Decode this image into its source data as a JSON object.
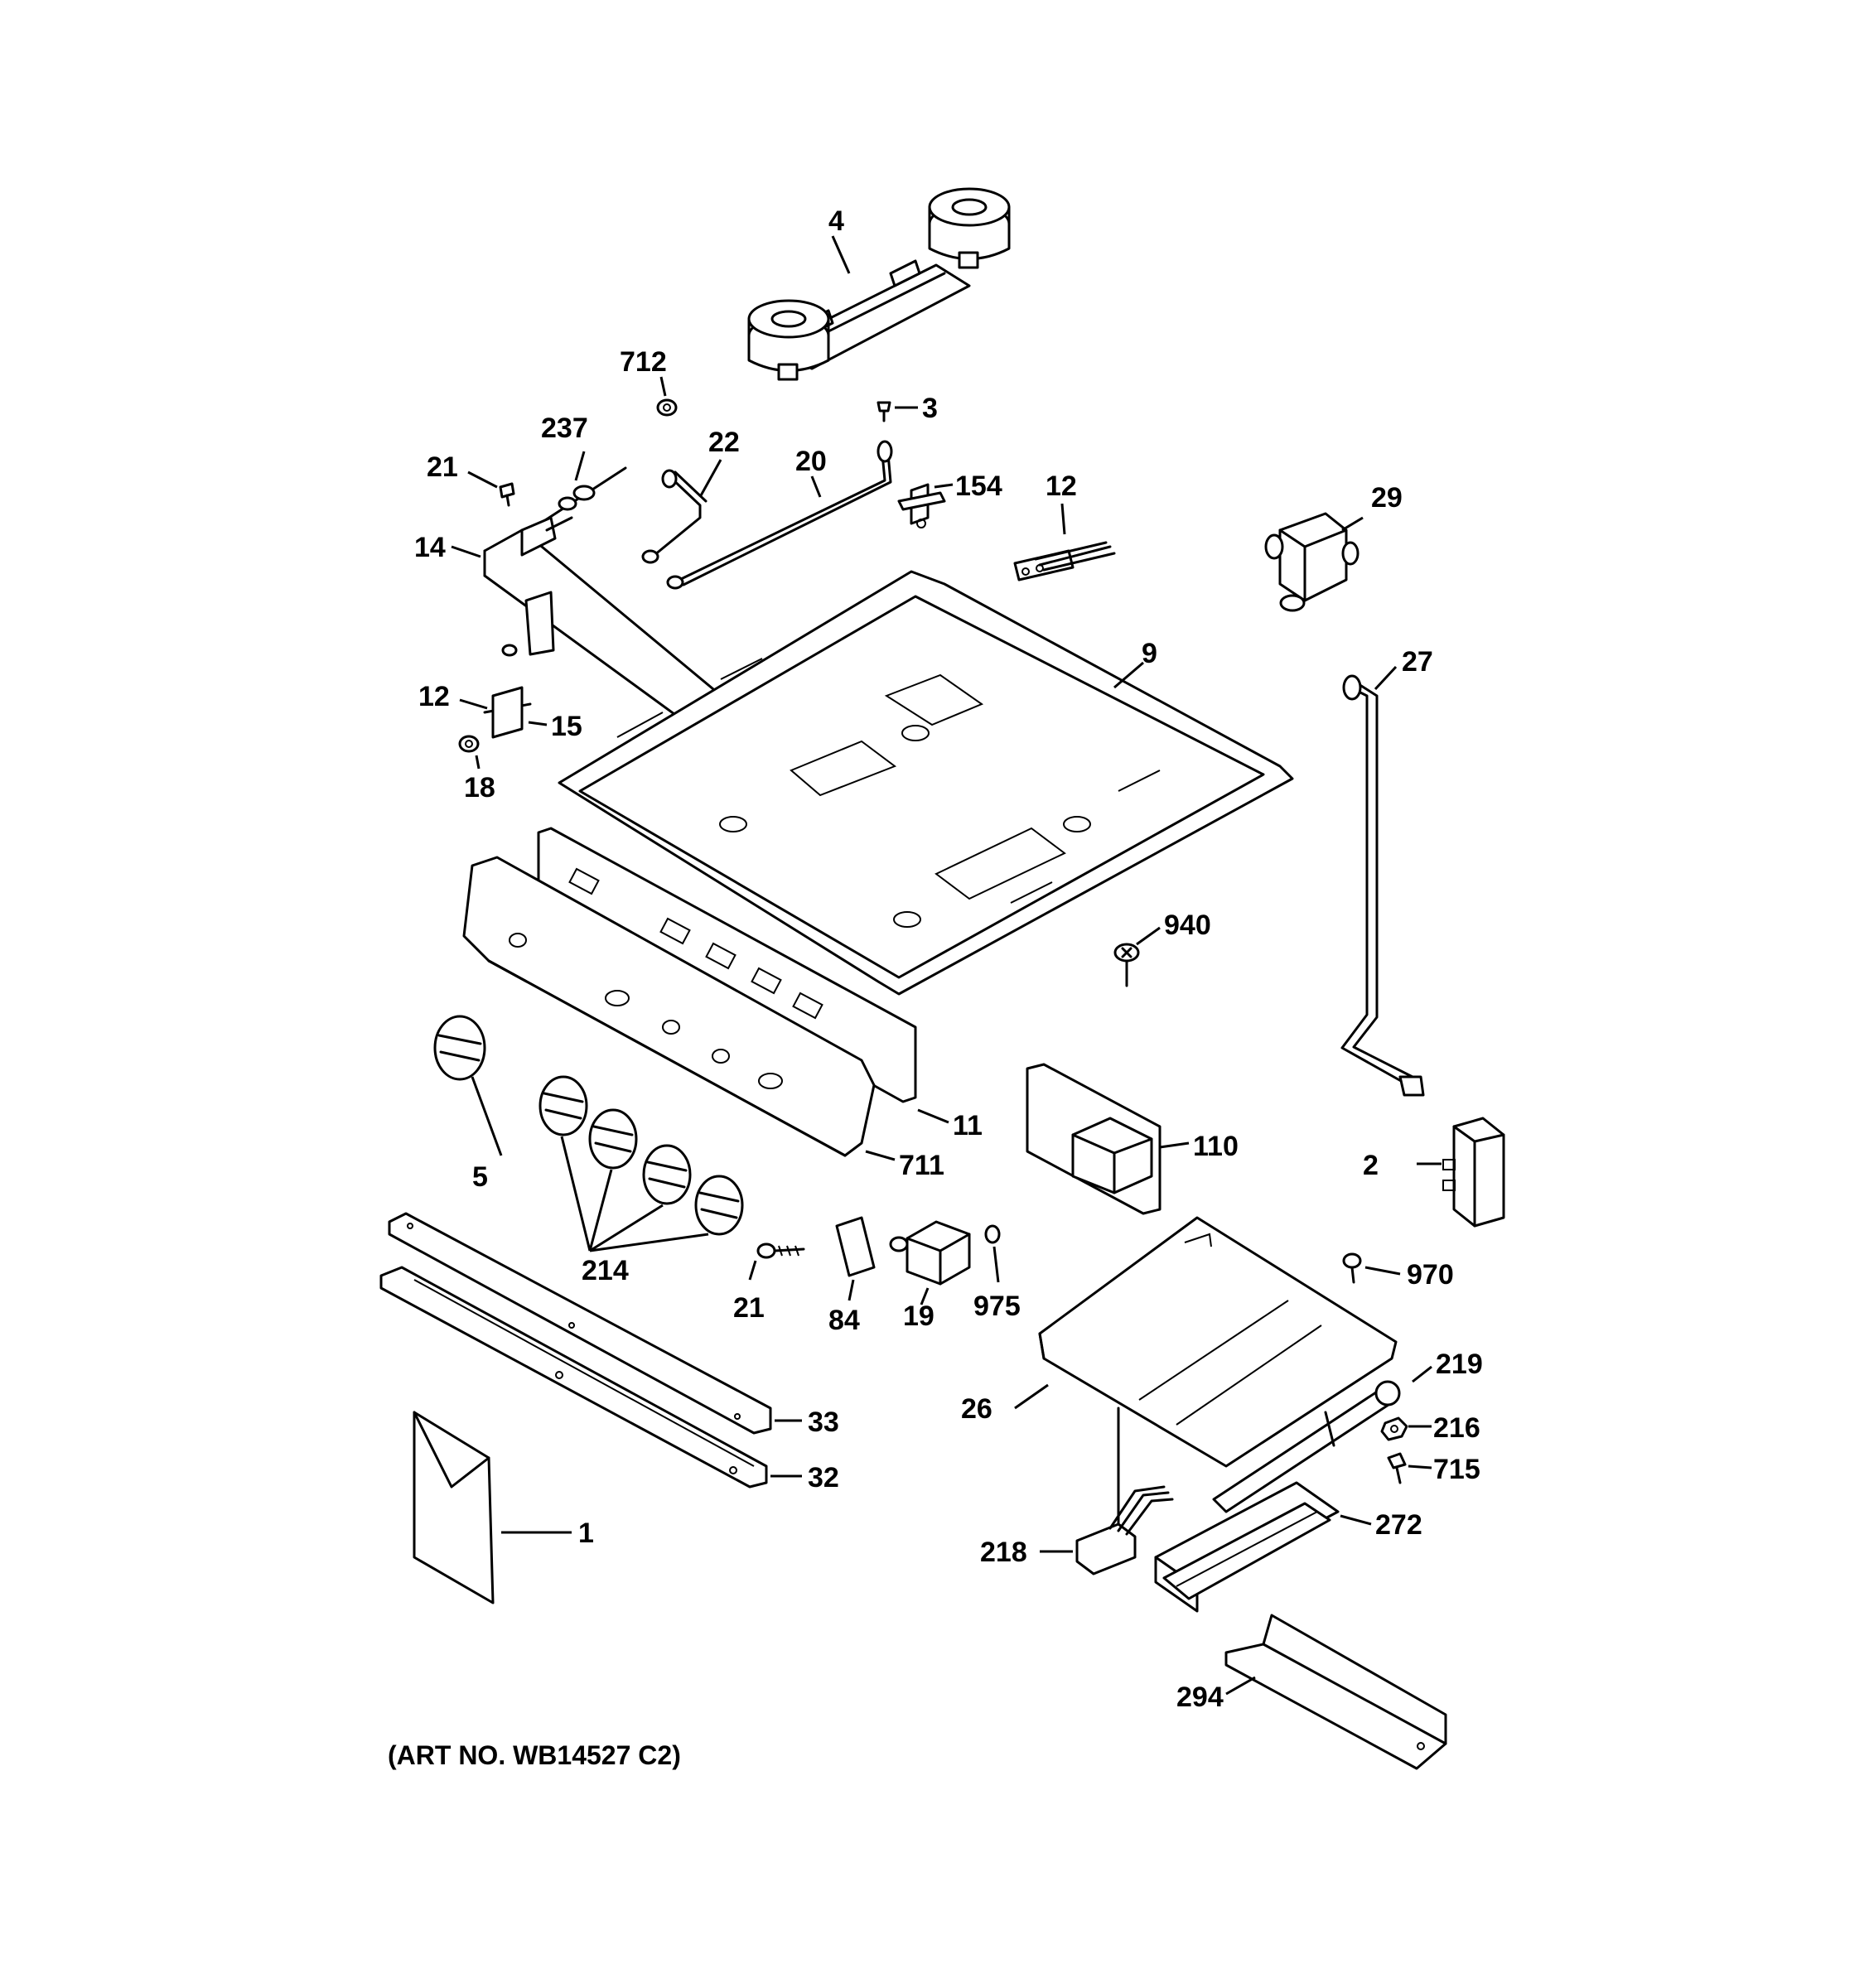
{
  "art_number": "(ART NO. WB14527 C2)",
  "callouts": [
    {
      "id": "lbl-4",
      "text": "4"
    },
    {
      "id": "lbl-712",
      "text": "712"
    },
    {
      "id": "lbl-3",
      "text": "3"
    },
    {
      "id": "lbl-237",
      "text": "237"
    },
    {
      "id": "lbl-22",
      "text": "22"
    },
    {
      "id": "lbl-20",
      "text": "20"
    },
    {
      "id": "lbl-154",
      "text": "154"
    },
    {
      "id": "lbl-12a",
      "text": "12"
    },
    {
      "id": "lbl-29",
      "text": "29"
    },
    {
      "id": "lbl-21a",
      "text": "21"
    },
    {
      "id": "lbl-14",
      "text": "14"
    },
    {
      "id": "lbl-9",
      "text": "9"
    },
    {
      "id": "lbl-27",
      "text": "27"
    },
    {
      "id": "lbl-12b",
      "text": "12"
    },
    {
      "id": "lbl-15",
      "text": "15"
    },
    {
      "id": "lbl-18",
      "text": "18"
    },
    {
      "id": "lbl-940",
      "text": "940"
    },
    {
      "id": "lbl-11",
      "text": "11"
    },
    {
      "id": "lbl-711",
      "text": "711"
    },
    {
      "id": "lbl-5",
      "text": "5"
    },
    {
      "id": "lbl-214",
      "text": "214"
    },
    {
      "id": "lbl-110",
      "text": "110"
    },
    {
      "id": "lbl-2",
      "text": "2"
    },
    {
      "id": "lbl-21b",
      "text": "21"
    },
    {
      "id": "lbl-84",
      "text": "84"
    },
    {
      "id": "lbl-19",
      "text": "19"
    },
    {
      "id": "lbl-975",
      "text": "975"
    },
    {
      "id": "lbl-970",
      "text": "970"
    },
    {
      "id": "lbl-26",
      "text": "26"
    },
    {
      "id": "lbl-219",
      "text": "219"
    },
    {
      "id": "lbl-33",
      "text": "33"
    },
    {
      "id": "lbl-216",
      "text": "216"
    },
    {
      "id": "lbl-32",
      "text": "32"
    },
    {
      "id": "lbl-715",
      "text": "715"
    },
    {
      "id": "lbl-1",
      "text": "1"
    },
    {
      "id": "lbl-272",
      "text": "272"
    },
    {
      "id": "lbl-218",
      "text": "218"
    },
    {
      "id": "lbl-294",
      "text": "294"
    }
  ]
}
